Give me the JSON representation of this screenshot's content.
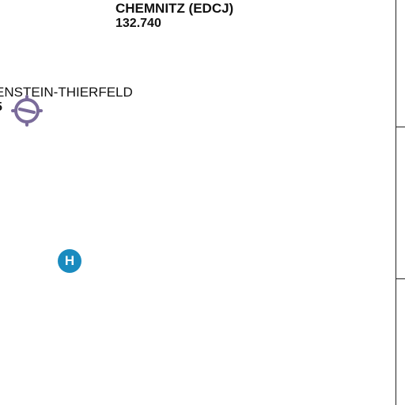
{
  "labels": {
    "chemnitz": {
      "name": "CHEMNITZ (EDCJ)",
      "frequency": "132.740"
    },
    "thierfeld": {
      "name": "ENSTEIN-THIERFELD",
      "frequency": "5"
    }
  },
  "symbols": {
    "airfield": {
      "icon": "airfield-icon",
      "color": "#7a6b9a"
    },
    "heliport": {
      "icon": "heliport-icon",
      "glyph": "H",
      "color": "#1a8bbf"
    }
  },
  "colors": {
    "background": "#ffffff",
    "text": "#111111",
    "border": "#222222"
  }
}
